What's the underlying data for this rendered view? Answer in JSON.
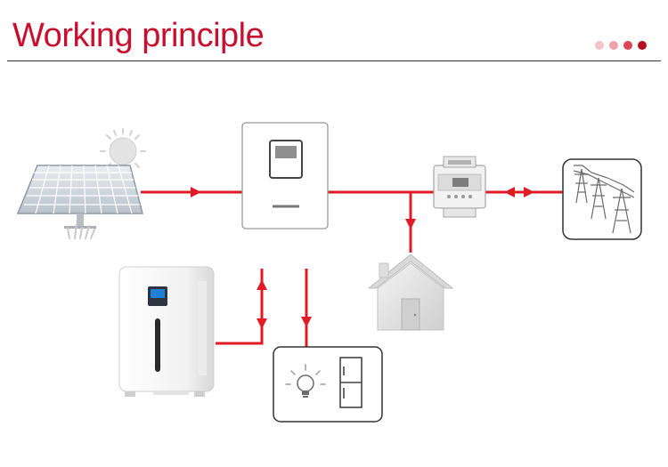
{
  "header": {
    "title": "Working principle",
    "title_color": "#c8102e",
    "rule_color": "#333333",
    "page_indicator": {
      "count": 4,
      "active_index": 3,
      "colors": [
        "#f3c4c8",
        "#eca3aa",
        "#d94552",
        "#b5101f"
      ]
    }
  },
  "diagram": {
    "line_color": "#e01b24",
    "nodes": [
      {
        "id": "solar-panel",
        "icon": "solar-panel-icon"
      },
      {
        "id": "sun",
        "icon": "sun-icon"
      },
      {
        "id": "inverter",
        "icon": "inverter-icon"
      },
      {
        "id": "energy-meter",
        "icon": "energy-meter-icon"
      },
      {
        "id": "utility-grid",
        "icon": "power-tower-icon"
      },
      {
        "id": "house",
        "icon": "house-icon"
      },
      {
        "id": "battery",
        "icon": "battery-storage-icon"
      },
      {
        "id": "loads",
        "icon": "appliances-icon"
      },
      {
        "id": "light-bulb",
        "icon": "light-bulb-icon"
      },
      {
        "id": "refrigerator",
        "icon": "refrigerator-icon"
      }
    ],
    "flows": [
      {
        "from": "solar-panel",
        "to": "inverter",
        "direction": "one-way"
      },
      {
        "from": "inverter",
        "to": "energy-meter",
        "direction": "one-way"
      },
      {
        "from": "energy-meter",
        "to": "utility-grid",
        "direction": "two-way"
      },
      {
        "from": "inverter",
        "to": "house",
        "direction": "one-way"
      },
      {
        "from": "battery",
        "to": "inverter",
        "direction": "two-way"
      },
      {
        "from": "inverter",
        "to": "loads",
        "direction": "one-way"
      }
    ]
  }
}
